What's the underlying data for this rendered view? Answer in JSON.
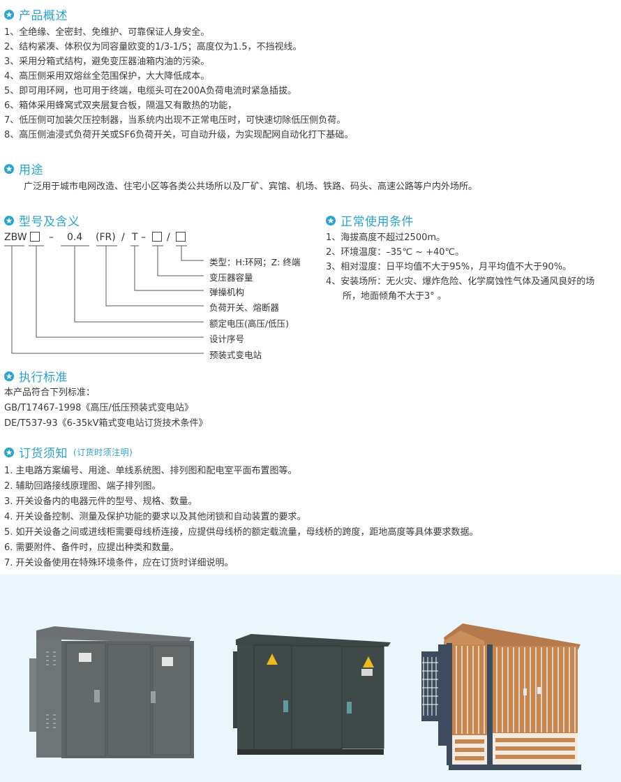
{
  "overview": {
    "title": "产品概述",
    "items": [
      "1、全绝缘、全密封、免维护、可靠保证人身安全。",
      "2、结构紧凑、体积仅为同容量欧变的1/3-1/5；高度仅为1.5，不挡视线。",
      "3、采用分箱式结构，避免变压器油箱内油的污染。",
      "4、高压侧采用双熔丝全范围保护，大大降低成本。",
      "5、即可用环网，也可用于终端，电缆头可在200A负荷电流时紧急插拔。",
      "6、箱体采用蜂窝式双夹层复合板，隔温又有散热的功能，",
      "7、低压侧可加装欠压控制器，当系统内出现不正常电压时，可快速切除低压侧负荷。",
      "8、高压侧油浸式负荷开关或SF6负荷开关，可自动升级，为实现配网自动化打下基础。"
    ]
  },
  "usage": {
    "title": "用途",
    "text": "广泛用于城市电网改造、住宅小区等各类公共场所以及厂矿、宾馆、机场、铁路、码头、高速公路等户内外场所。"
  },
  "model": {
    "title": "型号及含义",
    "code": {
      "zbw": "ZBW",
      "dash1": "–",
      "voltage": "0.4",
      "fr": "(FR)",
      "slash1": "/",
      "t": "T",
      "dash2": "–",
      "slash2": "/"
    },
    "labels": [
      "类型：H:环网；Z: 终端",
      "变压器容量",
      "弹操机构",
      "负荷开关、熔断器",
      "额定电压(高压/低压)",
      "设计序号",
      "预装式变电站"
    ]
  },
  "conditions": {
    "title": "正常使用条件",
    "items": [
      "1、海拔高度不超过2500m。",
      "2、环境温度：–35℃ ~ +40℃。",
      "3、相对湿度：日平均值不大于95%，月平均值不大于90%。",
      "4、安装场所：无火灾、爆炸危险、化学腐蚀性气体及通风良好的场",
      "所，地面倾角不大于3° 。"
    ]
  },
  "standards": {
    "title": "执行标准",
    "items": [
      "本产品符合下列标准：",
      "GB/T17467-1998《高压/低压预装式变电站》",
      "DE/T537-93《6-35kV箱式变电站订货技术条件》"
    ]
  },
  "ordering": {
    "title": "订货须知",
    "subtitle": "(订货时须注明)",
    "items": [
      "1. 主电路方案编号、用途、单线系统图、排列图和配电室平面布置图等。",
      "2. 辅助回路接线原理图、端子排列图。",
      "3. 开关设备内的电器元件的型号、规格、数量。",
      "4. 开关设备控制、测量及保护功能的要求以及其他闭锁和自动装置的要求。",
      "5. 如开关设备之间或进线柜需要母线桥连接，应提供母线桥的额定载流量，母线桥的跨度，距地高度等具体要求数据。",
      "6. 需要附件、备件时，应提出种类和数量。",
      "7. 开关设备使用在特殊环境条件，应在订货时详细说明。"
    ]
  },
  "colors": {
    "accent": "#2aa3cf",
    "text": "#3a3a3a",
    "photo_bg": "#eaf5fc"
  }
}
